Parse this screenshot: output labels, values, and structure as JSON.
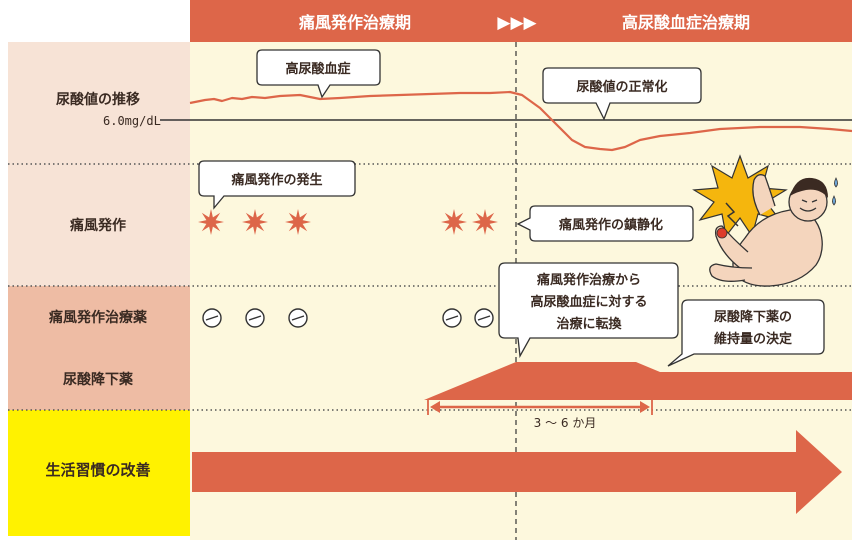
{
  "header": {
    "phase_left": "痛風発作治療期",
    "arrows": "▶▶▶",
    "phase_right": "高尿酸血症治療期"
  },
  "rows": {
    "uric_acid": "尿酸値の推移",
    "gout_attack": "痛風発作",
    "attack_drug": "痛風発作治療薬",
    "urate_lowering": "尿酸降下薬",
    "lifestyle": "生活習慣の改善"
  },
  "threshold_label": "6.0mg/dL",
  "callouts": {
    "hyperuricemia": "高尿酸血症",
    "normalization": "尿酸値の正常化",
    "attack_onset": "痛風発作の発生",
    "attack_subside": "痛風発作の鎮静化",
    "transition": [
      "痛風発作治療から",
      "高尿酸血症に対する",
      "治療に転換"
    ],
    "maintenance": [
      "尿酸降下薬の",
      "維持量の決定"
    ]
  },
  "duration_label": "3 ～ 6 か月",
  "colors": {
    "accent": "#dd6649",
    "label_bg_light": "#f7e3d6",
    "label_bg_mid": "#eebca4",
    "chart_bg": "#fdf8dd",
    "lifestyle_bg": "#fff200"
  }
}
